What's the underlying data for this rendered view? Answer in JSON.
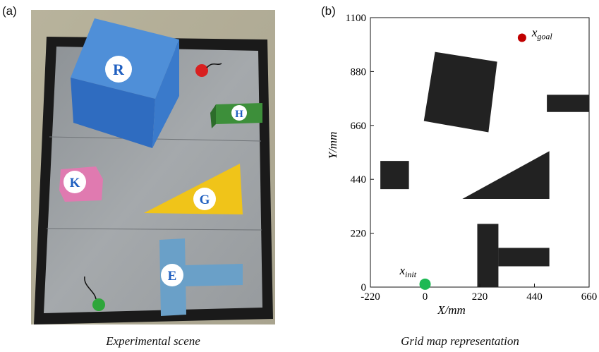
{
  "panels": {
    "a": {
      "label": "(a)",
      "caption": "Experimental scene",
      "blocks": {
        "R": "R",
        "H": "H",
        "K": "K",
        "G": "G",
        "E": "E"
      }
    },
    "b": {
      "label": "(b)",
      "caption": "Grid map representation",
      "chart_data": {
        "type": "scatter",
        "title": "",
        "xlabel": "X/mm",
        "ylabel": "Y/mm",
        "xlim": [
          -220,
          660
        ],
        "ylim": [
          0,
          1100
        ],
        "x_ticks": [
          "-220",
          "0",
          "220",
          "440",
          "660"
        ],
        "y_ticks": [
          "0",
          "220",
          "440",
          "660",
          "880",
          "1100"
        ],
        "x_tick_values": [
          -220,
          0,
          220,
          440,
          660
        ],
        "y_tick_values": [
          0,
          220,
          440,
          660,
          880,
          1100
        ],
        "points": [
          {
            "label_main": "x",
            "label_sub": "init",
            "x": 0,
            "y": 12,
            "color": "#1db954"
          },
          {
            "label_main": "x",
            "label_sub": "goal",
            "x": 390,
            "y": 1018,
            "color": "#c00000"
          }
        ],
        "obstacles": [
          {
            "id": "obstacle-square",
            "kind": "polygon",
            "vertices": [
              [
                -5,
                678
              ],
              [
                40,
                960
              ],
              [
                290,
                920
              ],
              [
                255,
                632
              ]
            ]
          },
          {
            "id": "obstacle-bar-right",
            "kind": "polygon",
            "vertices": [
              [
                490,
                785
              ],
              [
                660,
                785
              ],
              [
                660,
                715
              ],
              [
                490,
                715
              ]
            ]
          },
          {
            "id": "obstacle-small-left",
            "kind": "polygon",
            "vertices": [
              [
                -180,
                515
              ],
              [
                -65,
                515
              ],
              [
                -65,
                400
              ],
              [
                -180,
                400
              ]
            ]
          },
          {
            "id": "obstacle-triangle",
            "kind": "polygon",
            "vertices": [
              [
                150,
                360
              ],
              [
                500,
                555
              ],
              [
                500,
                360
              ]
            ]
          },
          {
            "id": "obstacle-t-stem",
            "kind": "polygon",
            "vertices": [
              [
                210,
                258
              ],
              [
                295,
                258
              ],
              [
                295,
                0
              ],
              [
                210,
                0
              ]
            ]
          },
          {
            "id": "obstacle-t-bar",
            "kind": "polygon",
            "vertices": [
              [
                295,
                160
              ],
              [
                500,
                160
              ],
              [
                500,
                85
              ],
              [
                295,
                85
              ]
            ]
          }
        ]
      }
    }
  }
}
